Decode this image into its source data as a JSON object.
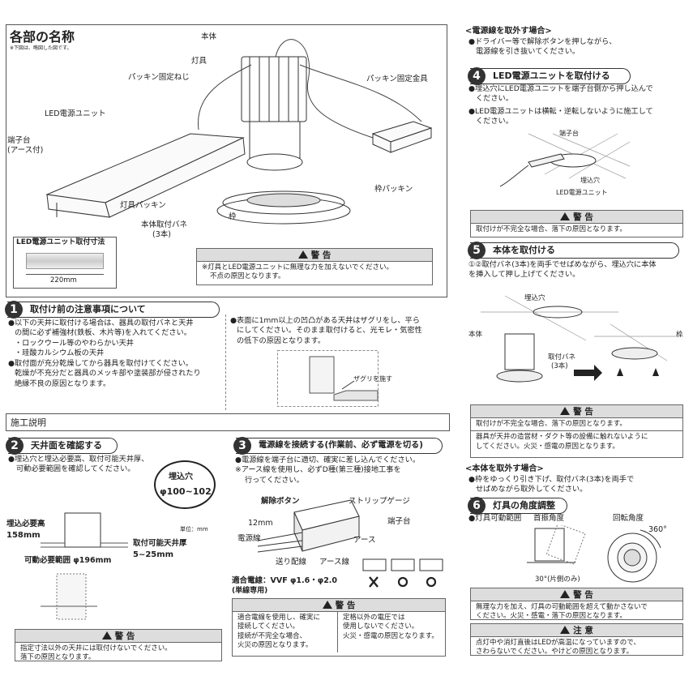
{
  "parts": {
    "title": "各部の名称",
    "note": "※下図は、略図した図です。",
    "labels": {
      "body": "本体",
      "lamp": "灯具",
      "screw": "パッキン固定ねじ",
      "bracket": "パッキン固定金具",
      "led_unit": "LED電源ユニット",
      "terminal": "端子台",
      "earth": "(アース付)",
      "packing": "灯具パッキン",
      "spring": "本体取付バネ",
      "spring_n": "(3本)",
      "frame": "枠",
      "frame_packing": "枠パッキン"
    },
    "led_dim_title": "LED電源ユニット取付寸法",
    "led_dim": "220mm",
    "warn_title": "警 告",
    "warn_text1": "※灯具とLED電源ユニットに無理な力を加えないでください。",
    "warn_text2": "不点の原因となります。"
  },
  "s1": {
    "num": "1",
    "title": "取付け前の注意事項について",
    "l1": "●以下の天井に取付ける場合は、器具の取付バネと天井",
    "l2": "の間に必ず補強材(鉄板、木片等)を入れてください。",
    "l3": "・ロックウール等のやわらかい天井",
    "l4": "・珪酸カルシウム板の天井",
    "l5": "●取付面が充分乾燥してから器具を取付けてください。",
    "l6": "乾燥が不充分だと器具のメッキ部や塗装部が侵されたり",
    "l7": "絶縁不良の原因となります。",
    "r1": "●表面に1mm以上の凹凸がある天井はザグリをし、平ら",
    "r2": "にしてください。そのまま取付けると、光モレ・気密性",
    "r3": "の低下の原因となります。",
    "zaguri": "ザグリを施す"
  },
  "section_bar": "施工説明",
  "s2": {
    "num": "2",
    "title": "天井面を確認する",
    "l1": "●埋込穴と埋込必要高、取付可能天井厚、",
    "l2": "可動必要範囲を確認してください。",
    "hole_label": "埋込穴",
    "hole_dim": "φ100~102",
    "unit": "単位：mm",
    "h_label": "埋込必要高",
    "h_val": "158mm",
    "thick_label": "取付可能天井厚",
    "thick_val": "5~25mm",
    "range": "可動必要範囲 φ196mm",
    "warn_title": "警 告",
    "warn1": "指定寸法以外の天井には取付けないでください。",
    "warn2": "落下の原因となります。"
  },
  "s3": {
    "num": "3",
    "title": "電源線を接続する(作業前、必ず電源を切る)",
    "l1": "●電源線を端子台に適切、確実に差し込んでください。",
    "l2": "※アース線を使用し、必ずD種(第三種)接地工事を",
    "l3": "行ってください。",
    "release": "解除ボタン",
    "strip": "ストリップゲージ",
    "terminal": "端子台",
    "mm": "12mm",
    "power": "電源線",
    "earth": "アース",
    "feed": "送り配線",
    "earth_line": "アース線",
    "wire": "適合電線：VVF φ1.6・φ2.0",
    "wire2": "(単線専用)",
    "warn_title": "警 告",
    "wl1": "適合電線を使用し、確実に",
    "wl2": "接続してください。",
    "wl3": "接続が不完全な場合、",
    "wl4": "火災の原因となります。",
    "wr1": "定格以外の電圧では",
    "wr2": "使用しないでください。",
    "wr3": "火災・感電の原因となります。"
  },
  "remove": {
    "title": "<電源線を取外す場合>",
    "l1": "●ドライバー等で解除ボタンを押しながら、",
    "l2": "電源線を引き抜いてください。"
  },
  "s4": {
    "num": "4",
    "title": "LED電源ユニットを取付ける",
    "l1": "●埋込穴にLED電源ユニットを端子台側から押し込んで",
    "l2": "ください。",
    "l3": "●LED電源ユニットは横転・逆転しないように施工して",
    "l4": "ください。",
    "terminal": "端子台",
    "hole": "埋込穴",
    "unit": "LED電源ユニット",
    "warn_title": "警 告",
    "warn": "取付けが不完全な場合、落下の原因となります。"
  },
  "s5": {
    "num": "5",
    "title": "本体を取付ける",
    "l1": "①②取付バネ(3本)を両手でせばめながら、埋込穴に本体",
    "l2": "を挿入して押し上げてください。",
    "hole": "埋込穴",
    "body": "本体",
    "spring": "取付バネ",
    "spring_n": "(3本)",
    "frame": "枠",
    "warn_title": "警 告",
    "w1": "取付けが不完全な場合、落下の原因となります。",
    "w2": "器具が天井の造営材・ダクト等の設備に触れないように",
    "w3": "してください。火災・感電の原因となります。"
  },
  "remove_body": {
    "title": "<本体を取外す場合>",
    "l1": "●枠をゆっくり引き下げ、取付バネ(3本)を両手で",
    "l2": "せばめながら取外してください。"
  },
  "s6": {
    "num": "6",
    "title": "灯具の角度調整",
    "sub": "●灯具可動範囲",
    "tilt": "首振角度",
    "rot": "回転角度",
    "deg360": "360°",
    "deg30": "30°(片側のみ)",
    "warn_title": "警 告",
    "w1": "無理な力を加え、灯具の可動範囲を超えて動かさないで",
    "w2": "ください。火災・感電・落下の原因となります。",
    "caution_title": "注 意",
    "c1": "点灯中や消灯直後はLEDが高温になっていますので、",
    "c2": "さわらないでください。やけどの原因となります。"
  },
  "icons": [
    "warning-triangle-icon",
    "arrow-up-icon",
    "arrow-right-icon",
    "ok-circle-icon",
    "ng-cross-icon"
  ]
}
